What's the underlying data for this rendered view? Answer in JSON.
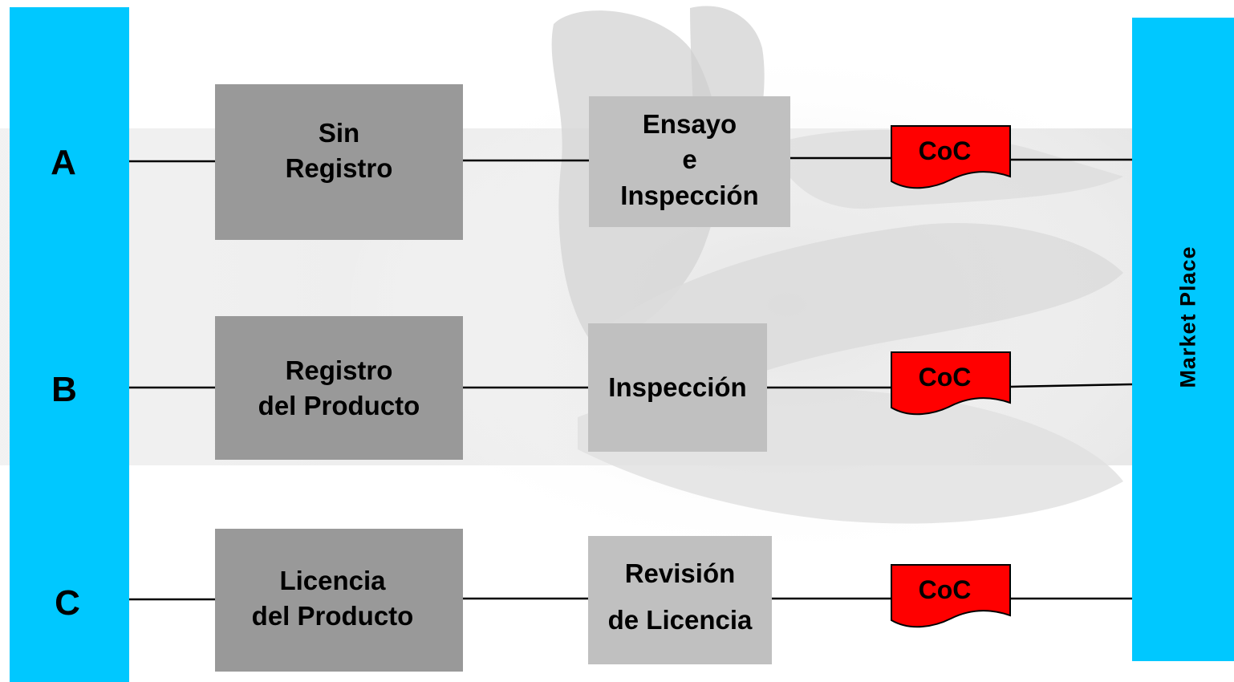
{
  "colors": {
    "band": "#00c8ff",
    "process_box_dark": "#999999",
    "process_box_light": "#c0c0c0",
    "coc_fill": "#ff0000",
    "connector": "#000000"
  },
  "rows": [
    {
      "letter": "A",
      "first_step": "Sin\nRegistro",
      "second_step": "Ensayo\ne\nInspección",
      "certificate": "CoC"
    },
    {
      "letter": "B",
      "first_step": "Registro\ndel Producto",
      "second_step": "Inspección",
      "certificate": "CoC"
    },
    {
      "letter": "C",
      "first_step": "Licencia\ndel Producto",
      "second_step": "Revisión\nde Licencia",
      "certificate": "CoC"
    }
  ],
  "destination": "Market Place",
  "icons": [
    "hands-background-image",
    "document-shape-icon"
  ]
}
